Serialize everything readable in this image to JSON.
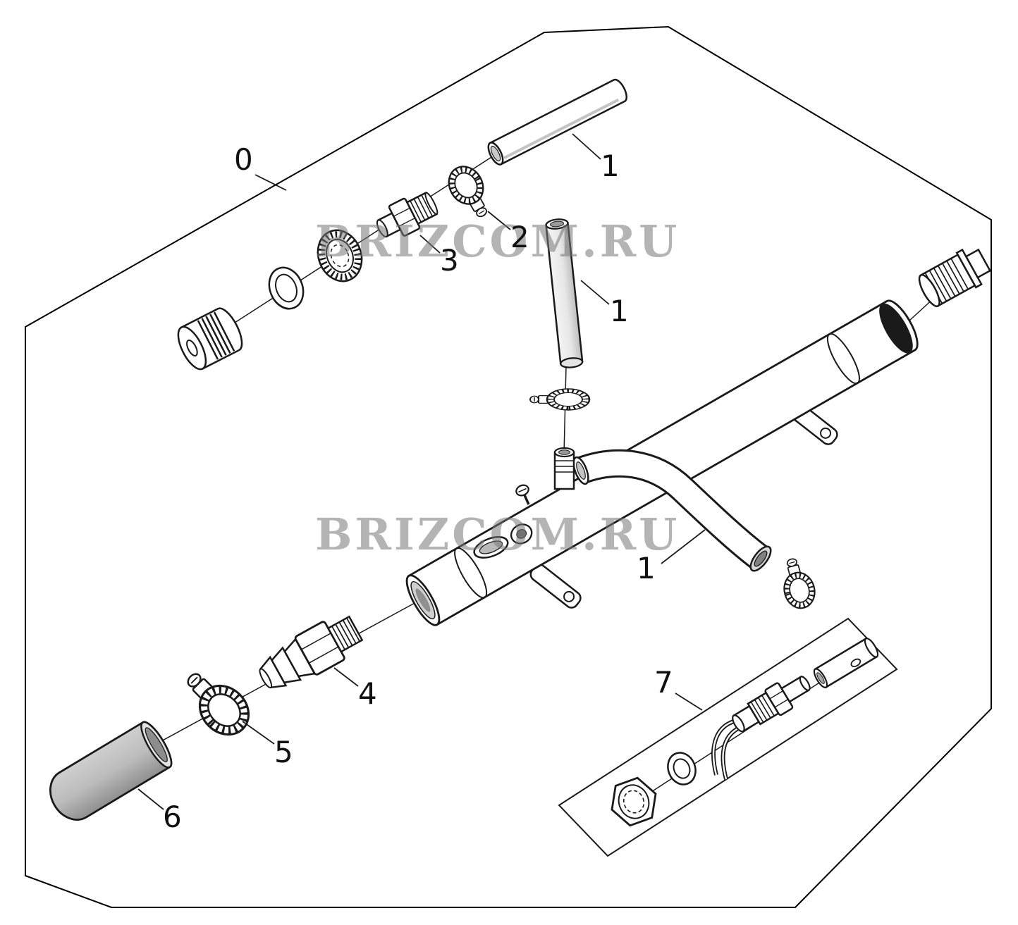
{
  "watermark": {
    "text": "BRIZCOM.RU"
  },
  "callouts": [
    {
      "label": "0"
    },
    {
      "label": "1"
    },
    {
      "label": "1"
    },
    {
      "label": "1"
    },
    {
      "label": "2"
    },
    {
      "label": "3"
    },
    {
      "label": "4"
    },
    {
      "label": "5"
    },
    {
      "label": "6"
    },
    {
      "label": "7"
    }
  ]
}
